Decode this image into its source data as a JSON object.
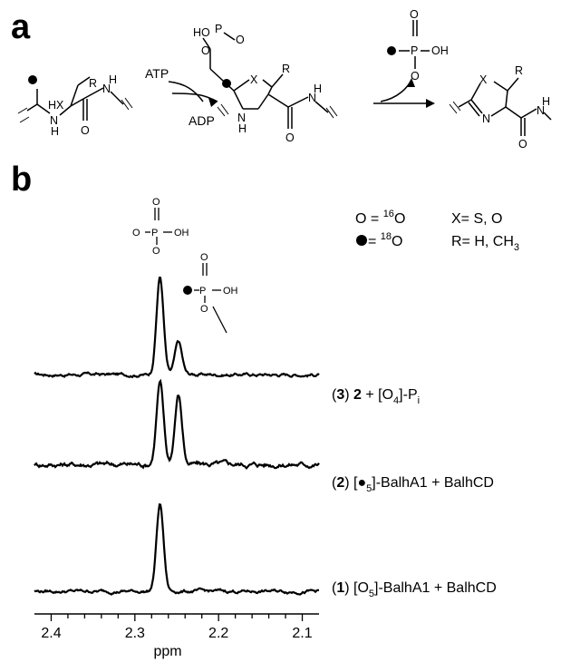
{
  "panel_labels": {
    "a": "a",
    "b": "b"
  },
  "scheme": {
    "atp": "ATP",
    "adp": "ADP",
    "hx": "HX",
    "r": "R",
    "ho": "HO",
    "x": "X",
    "n": "N",
    "h": "H",
    "o": "O",
    "p": "P",
    "oh": "OH"
  },
  "legend": {
    "o16": "O = ",
    "o16_sup": "16",
    "o16_tail": "O",
    "o18": " = ",
    "o18_sup": "18",
    "o18_tail": "O",
    "x_def": "X= S, O",
    "r_def": "R= H, CH",
    "r_sub": "3"
  },
  "annotations": {
    "p": "P",
    "o": "O",
    "oh": "OH"
  },
  "traces": [
    {
      "id": "3",
      "label_pre": "(",
      "label_num": "3",
      "label_post": ") ",
      "label_bold2": "2",
      "label_tail": " + [O",
      "label_sub": "4",
      "label_tail2": "]-P",
      "label_sub2": "i"
    },
    {
      "id": "2",
      "label_pre": "(",
      "label_num": "2",
      "label_post": ") [",
      "label_sub": "5",
      "label_tail": "]-BalhA1 + BalhCD"
    },
    {
      "id": "1",
      "label_pre": "(",
      "label_num": "1",
      "label_post": ") [O",
      "label_sub": "5",
      "label_tail": "]-BalhA1 + BalhCD"
    }
  ],
  "chart_data": {
    "type": "line",
    "xlabel": "ppm",
    "xlim": [
      2.42,
      2.08
    ],
    "x_ticks": [
      "2.4",
      "2.3",
      "2.2",
      "2.1"
    ],
    "x_tick_values": [
      2.4,
      2.3,
      2.2,
      2.1
    ],
    "grid": false,
    "series": [
      {
        "id": "3",
        "peaks": [
          {
            "x": 2.27,
            "y": 1.0
          },
          {
            "x": 2.248,
            "y": 0.33
          }
        ]
      },
      {
        "id": "2",
        "peaks": [
          {
            "x": 2.27,
            "y": 1.0
          },
          {
            "x": 2.248,
            "y": 0.85
          }
        ]
      },
      {
        "id": "1",
        "peaks": [
          {
            "x": 2.27,
            "y": 1.0
          }
        ]
      }
    ]
  }
}
